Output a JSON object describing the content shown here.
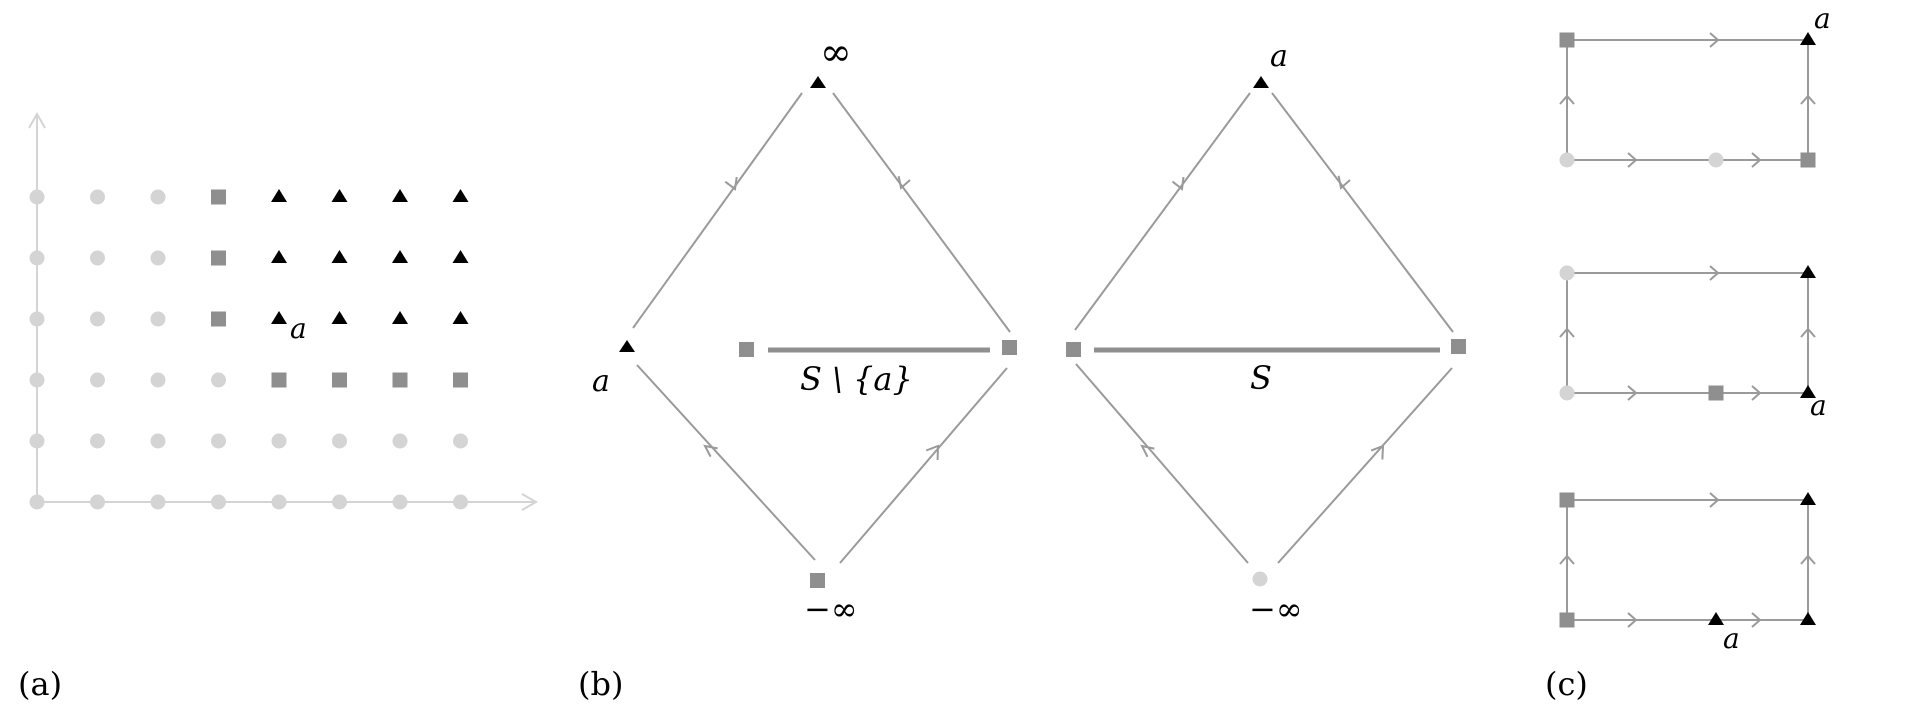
{
  "panels": {
    "a": "(a)",
    "b": "(b)",
    "c": "(c)"
  },
  "colors": {
    "circle": "#d4d4d4",
    "square": "#8f8f8f",
    "triangle": "#000000",
    "edge": "#9a9a9a"
  },
  "labels": {
    "grid_a": "a",
    "left_top": "∞",
    "left_left": "a",
    "left_bottom": "−∞",
    "left_bar": "S \\ {a}",
    "right_top": "a",
    "right_bottom": "−∞",
    "right_bar": "S",
    "rect1_a": "a",
    "rect2_a": "a",
    "rect3_a": "a"
  },
  "grid": {
    "cols": 8,
    "rows": 6,
    "cells": [
      [
        "circle",
        "circle",
        "circle",
        "square",
        "triangle",
        "triangle",
        "triangle",
        "triangle"
      ],
      [
        "circle",
        "circle",
        "circle",
        "square",
        "triangle",
        "triangle",
        "triangle",
        "triangle"
      ],
      [
        "circle",
        "circle",
        "circle",
        "square",
        "triangle",
        "triangle",
        "triangle",
        "triangle"
      ],
      [
        "circle",
        "circle",
        "circle",
        "circle",
        "square",
        "square",
        "square",
        "square"
      ],
      [
        "circle",
        "circle",
        "circle",
        "circle",
        "circle",
        "circle",
        "circle",
        "circle"
      ],
      [
        "circle",
        "circle",
        "circle",
        "circle",
        "circle",
        "circle",
        "circle",
        "circle"
      ]
    ]
  },
  "rects": [
    {
      "tl": "square",
      "tr": "triangle",
      "bl": "circle",
      "bm": "circle",
      "br": "square"
    },
    {
      "tl": "circle",
      "tr": "triangle",
      "bl": "circle",
      "bm": "square",
      "br": "triangle"
    },
    {
      "tl": "square",
      "tr": "triangle",
      "bl": "square",
      "bm": "triangle",
      "br": "triangle"
    }
  ]
}
